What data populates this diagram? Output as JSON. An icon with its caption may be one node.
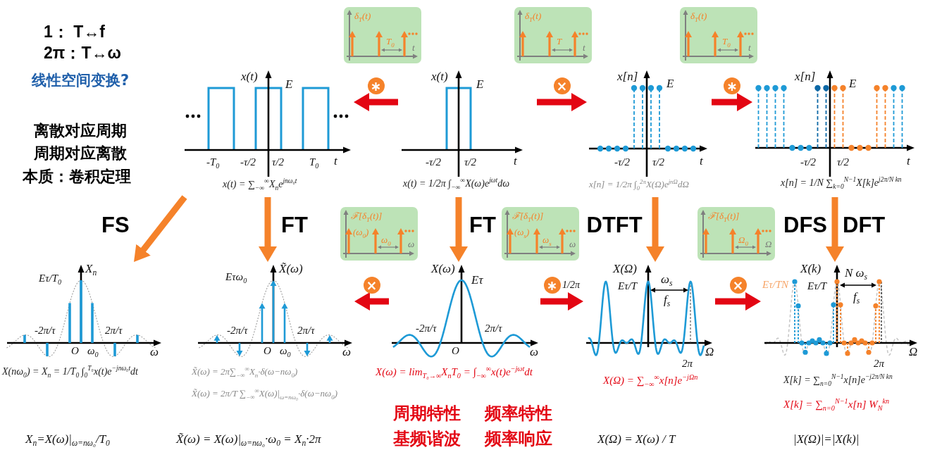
{
  "diagram": {
    "nodes": [
      {
        "text": [
          "x(t)",
          "E",
          "-T$_{0}$",
          "-τ/2",
          "τ/2",
          "T$_{0}$",
          "t"
        ],
        "beside": [
          "x(t) = ∑$_{−∞}$$^{∞}$X$_{n}$e$^{jnω₀t}$"
        ]
      },
      {
        "text": [
          "δ$_{T}$(t)",
          "T$_{0}$",
          "t"
        ]
      },
      {
        "text": [
          "x(t)",
          "E",
          "-τ/2",
          "τ/2",
          "t"
        ],
        "beside": [
          "x(t) = 1/2π ∫$_{−∞}$$^{∞}$X(ω)e$^{jωt}$dω"
        ]
      },
      {
        "text": [
          "δ$_{T}$(t)",
          "T",
          "t"
        ]
      },
      {
        "text": [
          "x[n]",
          "E",
          "-τ/2",
          "τ/2",
          "t"
        ],
        "beside": [
          "x[n] = 1/2π ∫$_{0}$$^{2π}$X(Ω)e$^{jnΩ}$dΩ"
        ]
      },
      {
        "text": [
          "δ$_{T}$(t)",
          "T$_{0}$",
          "t"
        ]
      },
      {
        "text": [
          "x[n]",
          "E",
          "-τ/2",
          "τ/2",
          "t"
        ],
        "beside": [
          "x[n] = 1/N ∑$_{k=0}$$^{N−1}$X[k]e$^{j2π/N kn}$"
        ]
      },
      {
        "text": [
          "X$_{n}$",
          "Eτ/T$_{0}$",
          "-2π/τ",
          "2π/τ",
          "O",
          "ω$_{0}$",
          "ω"
        ],
        "beside": [
          "X(nω$_{0}$) = X$_{n}$ = 1/T$_{0}$ ∫$_{0}$$^{T₀}$x(t)e$^{−jnω₀t}$dt"
        ]
      },
      {
        "text": [
          "X̃(ω)",
          "Eτω$_{0}$",
          "-2π/τ",
          "2π/τ",
          "O",
          "ω$_{0}$",
          "ω"
        ],
        "beside": [
          "X̃(ω) = 2π∑$_{−∞}$$^{∞}$X$_{n}$·δ(ω−nω$_{0}$)",
          "X̃(ω) = 2π/T ∑$_{−∞}$$^{∞}$X(ω)|$_{ω=nω₀}$·δ(ω−nω$_{0}$)"
        ]
      },
      {
        "text": [
          "ℱ[δ$_{T}$(t)]",
          "(ω$_{0}$)",
          "ω$_{0}$",
          "ω"
        ]
      },
      {
        "text": [
          "X(ω)",
          "Eτ",
          "-2π/τ",
          "2π/τ",
          "O",
          "ω"
        ],
        "beside": [
          "X(ω) = lim$_{T₀→∞}$X$_{n}$T$_{0}$ = ∫$_{−∞}$$^{∞}$x(t)e$^{−jωt}$dt"
        ]
      },
      {
        "text": [
          "ℱ[δ$_{T}$(t)]",
          "(ω$_{s}$)",
          "ω$_{s}$",
          "ω"
        ]
      },
      {
        "text": [
          "X(Ω)",
          "Eτ/T",
          "ω$_{s}$",
          "f$_{s}$",
          "2π",
          "Ω"
        ],
        "beside": [
          "X(Ω) = ∑$_{−∞}$$^{∞}$x[n]e$^{−jΩn}$"
        ]
      },
      {
        "text": [
          "ℱ[δ$_{T}$(t)]",
          "Ω$_{0}$",
          "Ω"
        ]
      },
      {
        "text": [
          "X(k)",
          "Eτ/TN",
          "Eτ/T",
          "N ω$_{s}$",
          "f$_{s}$",
          "2π",
          "Ω"
        ],
        "beside": [
          "X[k] = ∑$_{n=0}$$^{N−1}$x[n]e$^{−j2π/N kn}$",
          "X[k] = ∑$_{n=0}$$^{N−1}$x[n] W$_{N}$$^{kn}$"
        ]
      }
    ],
    "edges": [
      {
        "from": 2,
        "to": 0,
        "arrow": "to",
        "label": "∗"
      },
      {
        "from": 2,
        "to": 4,
        "arrow": "to",
        "label": "×"
      },
      {
        "from": 4,
        "to": 6,
        "arrow": "to",
        "label": "∗"
      },
      {
        "from": 0,
        "to": 7,
        "arrow": "to",
        "label": "FS",
        "color": "#f5822a"
      },
      {
        "from": 0,
        "to": 8,
        "arrow": "to",
        "label": "FT",
        "color": "#f5822a"
      },
      {
        "from": 2,
        "to": 10,
        "arrow": "to",
        "label": "FT",
        "color": "#f5822a"
      },
      {
        "from": 4,
        "to": 12,
        "arrow": "to",
        "label": "DTFT",
        "color": "#f5822a"
      },
      {
        "from": 6,
        "to": 14,
        "arrow": "to",
        "label": "DFS",
        "color": "#f5822a"
      },
      {
        "from": 10,
        "to": 8,
        "arrow": "to",
        "label": "×"
      },
      {
        "from": 10,
        "to": 12,
        "arrow": "to",
        "label": "∗"
      },
      {
        "from": 12,
        "to": 14,
        "arrow": "to",
        "label": "×"
      }
    ],
    "labels": [
      "1： T↔f",
      "2π：T↔ω",
      "线性空间变换?",
      "离散对应周期",
      "周期对应离散",
      "本质：卷积定理",
      "DFT",
      "1/2π",
      "周期特性",
      "频率特性",
      "X$_{n}$=X(ω)|$_{ω=nω₀}$/T$_{0}$",
      "X̃(ω) = X(ω)|$_{ω=nω₀}$·ω$_{0}$ = X$_{n}$·2π",
      "基频谐波",
      "频率响应",
      "X(Ω) = X(ω) / T",
      "|X(Ω)|=|X(k)|"
    ]
  }
}
